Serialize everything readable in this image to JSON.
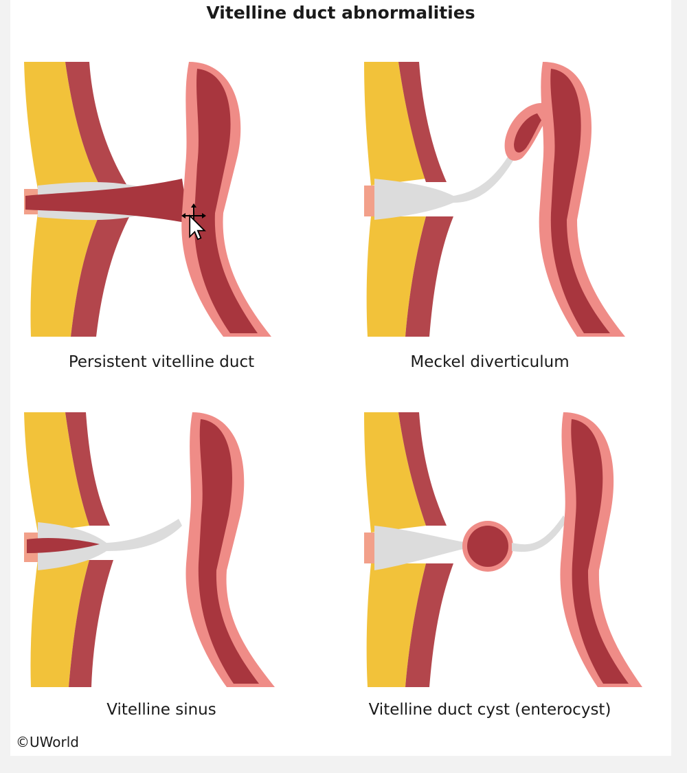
{
  "figure": {
    "title": "Vitelline duct abnormalities",
    "panels": [
      {
        "caption": "Persistent vitelline duct",
        "variant": "persistent"
      },
      {
        "caption": "Meckel diverticulum",
        "variant": "meckel"
      },
      {
        "caption": "Vitelline sinus",
        "variant": "sinus"
      },
      {
        "caption": "Vitelline duct cyst (enterocyst)",
        "variant": "cyst"
      }
    ],
    "copyright": "©UWorld"
  },
  "colors": {
    "fat": "#f2c23a",
    "fat_light": "#f8dc6a",
    "muscle": "#b3464c",
    "muscle_light": "#d77a7b",
    "bowel_wall": "#ef8c87",
    "bowel_lumen": "#a8363e",
    "fibrous": "#dcdcdc",
    "skin": "#f2a08a"
  },
  "cursor": {
    "icon": "move-cursor-icon"
  }
}
